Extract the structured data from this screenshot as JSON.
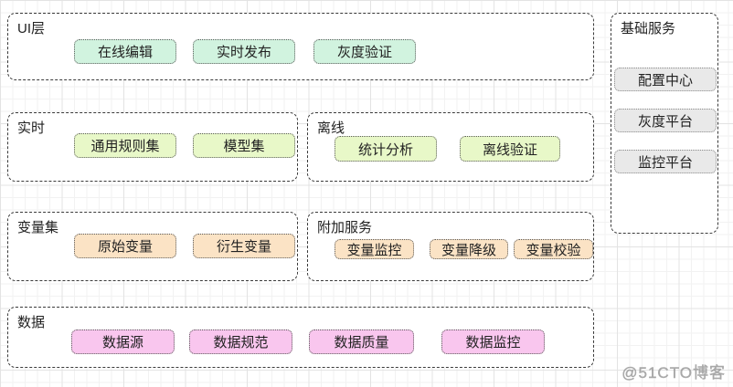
{
  "palette": {
    "mint": "#d1f3df",
    "lime": "#e8f8c8",
    "peach": "#fbe3c5",
    "pink": "#f9c6ee",
    "gray": "#e9e9e9",
    "border_box": "#3a3a3a",
    "border_button": "#5a5a5a",
    "grid_minor": "#f2f2f2",
    "grid_major": "#e3e3e3",
    "watermark": "#9a9a9a"
  },
  "sections": {
    "ui_layer": {
      "title": "UI层",
      "buttons": [
        "在线编辑",
        "实时发布",
        "灰度验证"
      ]
    },
    "realtime": {
      "title": "实时",
      "buttons": [
        "通用规则集",
        "模型集"
      ]
    },
    "offline": {
      "title": "离线",
      "buttons": [
        "统计分析",
        "离线验证"
      ]
    },
    "variables": {
      "title": "变量集",
      "buttons": [
        "原始变量",
        "衍生变量"
      ]
    },
    "addons": {
      "title": "附加服务",
      "buttons": [
        "变量监控",
        "变量降级",
        "变量校验"
      ]
    },
    "data": {
      "title": "数据",
      "buttons": [
        "数据源",
        "数据规范",
        "数据质量",
        "数据监控"
      ]
    },
    "base_services": {
      "title": "基础服务",
      "buttons": [
        "配置中心",
        "灰度平台",
        "监控平台"
      ]
    }
  },
  "watermark": "@51CTO博客"
}
